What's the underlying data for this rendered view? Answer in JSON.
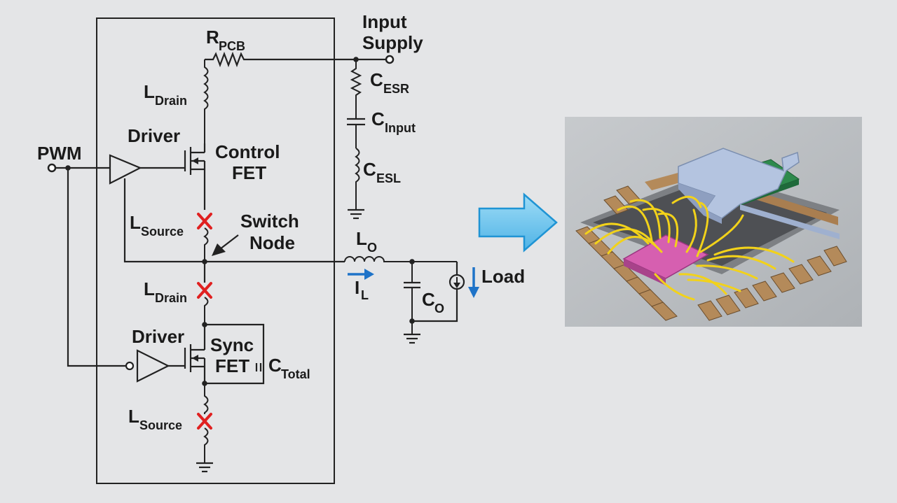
{
  "labels": {
    "r_pcb": "R",
    "r_pcb_sub": "PCB",
    "input_supply_1": "Input",
    "input_supply_2": "Supply",
    "c_esr": "C",
    "c_esr_sub": "ESR",
    "c_input": "C",
    "c_input_sub": "Input",
    "c_esl": "C",
    "c_esl_sub": "ESL",
    "l_drain_top": "L",
    "l_drain_top_sub": "Drain",
    "driver_top": "Driver",
    "control_fet_1": "Control",
    "control_fet_2": "FET",
    "pwm": "PWM",
    "l_source_top": "L",
    "l_source_top_sub": "Source",
    "switch_node_1": "Switch",
    "switch_node_2": "Node",
    "l_o": "L",
    "l_o_sub": "O",
    "i_l": "I",
    "i_l_sub": "L",
    "load": "Load",
    "c_o": "C",
    "c_o_sub": "O",
    "l_drain_bottom": "L",
    "l_drain_bottom_sub": "Drain",
    "driver_bottom": "Driver",
    "sync_fet_1": "Sync",
    "sync_fet_2": "FET",
    "c_total": "C",
    "c_total_sub": "Total",
    "l_source_bottom": "L",
    "l_source_bottom_sub": "Source"
  },
  "colors": {
    "background": "#e4e5e7",
    "parasitic_mark": "#e02020",
    "current_arrow": "#1e73c8",
    "big_arrow": "#6ec6ee",
    "package_frame": "#b9bcc0"
  },
  "icons": [
    "pointer-arrow-icon",
    "right-arrow-icon",
    "parasitic-x-icon",
    "ground-icon"
  ]
}
